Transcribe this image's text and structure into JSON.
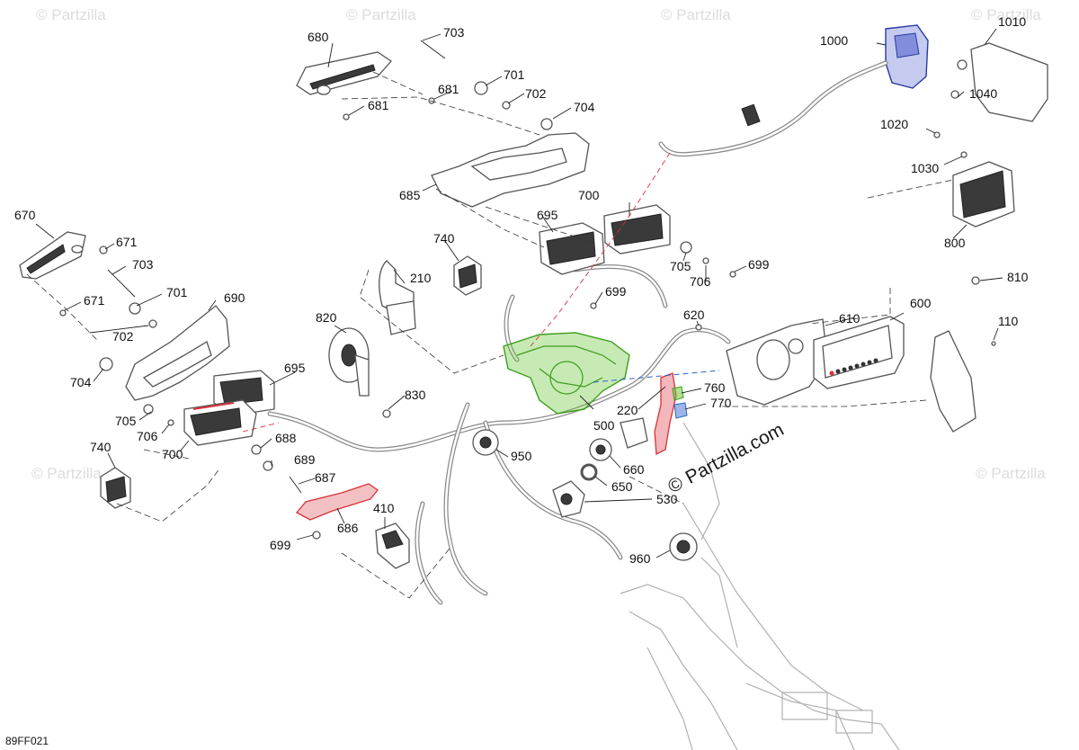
{
  "brand": {
    "text": "Partzilla.com",
    "copyright": "©"
  },
  "watermark": {
    "text": "© Partzilla"
  },
  "diagram_code": "89FF021",
  "colors": {
    "highlight_green": "#5fc42c",
    "highlight_red": "#d8323b",
    "highlight_blue": "#3d52c9",
    "line": "#222222",
    "wire": "#8a8a8a"
  },
  "callouts": {
    "c110": "110",
    "c210": "210",
    "c220": "220",
    "c410": "410",
    "c500": "500",
    "c530": "530",
    "c600": "600",
    "c610": "610",
    "c620": "620",
    "c650": "650",
    "c660": "660",
    "c670": "670",
    "c671a": "671",
    "c671b": "671",
    "c680": "680",
    "c681a": "681",
    "c681b": "681",
    "c685": "685",
    "c686": "686",
    "c687": "687",
    "c688": "688",
    "c689": "689",
    "c690": "690",
    "c695a": "695",
    "c695b": "695",
    "c699a": "699",
    "c699b": "699",
    "c699c": "699",
    "c700a": "700",
    "c700b": "700",
    "c701a": "701",
    "c701b": "701",
    "c702a": "702",
    "c702b": "702",
    "c703a": "703",
    "c703b": "703",
    "c704a": "704",
    "c704b": "704",
    "c705a": "705",
    "c705b": "705",
    "c706a": "706",
    "c706b": "706",
    "c740a": "740",
    "c740b": "740",
    "c760": "760",
    "c770": "770",
    "c800": "800",
    "c810": "810",
    "c820": "820",
    "c830": "830",
    "c950": "950",
    "c960": "960",
    "c1000": "1000",
    "c1010": "1010",
    "c1020": "1020",
    "c1030": "1030",
    "c1040": "1040"
  }
}
